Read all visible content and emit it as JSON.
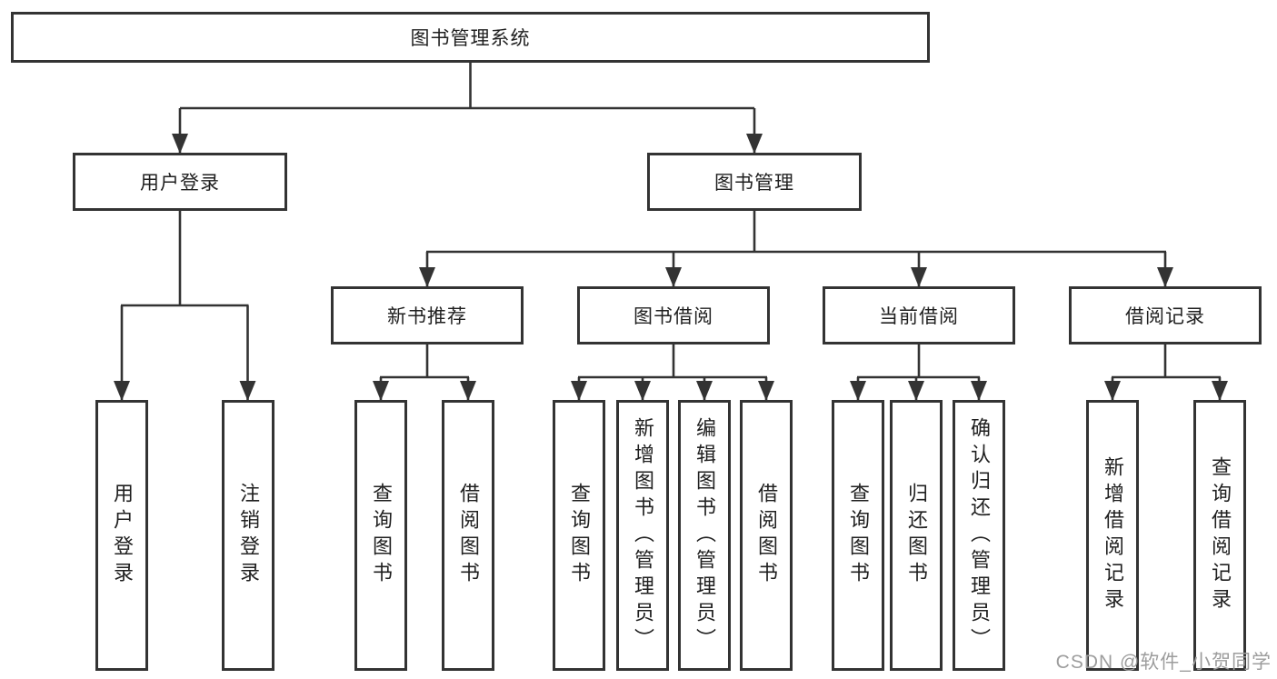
{
  "diagram": {
    "type": "tree",
    "root": {
      "label": "图书管理系统"
    },
    "level2": [
      {
        "label": "用户登录"
      },
      {
        "label": "图书管理"
      }
    ],
    "level3": [
      {
        "label": "新书推荐",
        "parent": "图书管理"
      },
      {
        "label": "图书借阅",
        "parent": "图书管理"
      },
      {
        "label": "当前借阅",
        "parent": "图书管理"
      },
      {
        "label": "借阅记录",
        "parent": "图书管理"
      }
    ],
    "leaves": [
      {
        "label": "用户登录",
        "parent": "用户登录"
      },
      {
        "label": "注销登录",
        "parent": "用户登录"
      },
      {
        "label": "查询图书",
        "parent": "新书推荐"
      },
      {
        "label": "借阅图书",
        "parent": "新书推荐"
      },
      {
        "label": "查询图书",
        "parent": "图书借阅"
      },
      {
        "label": "新增图书（管理员）",
        "parent": "图书借阅"
      },
      {
        "label": "编辑图书（管理员）",
        "parent": "图书借阅"
      },
      {
        "label": "借阅图书",
        "parent": "图书借阅"
      },
      {
        "label": "查询图书",
        "parent": "当前借阅"
      },
      {
        "label": "归还图书",
        "parent": "当前借阅"
      },
      {
        "label": "确认归还（管理员）",
        "parent": "当前借阅"
      },
      {
        "label": "新增借阅记录",
        "parent": "借阅记录"
      },
      {
        "label": "查询借阅记录",
        "parent": "借阅记录"
      }
    ]
  },
  "watermark": {
    "text": "CSDN @软件_小贺同学"
  },
  "colors": {
    "line": "#333333",
    "text": "#202020",
    "background": "#ffffff",
    "watermark": "#9d9d9d"
  }
}
